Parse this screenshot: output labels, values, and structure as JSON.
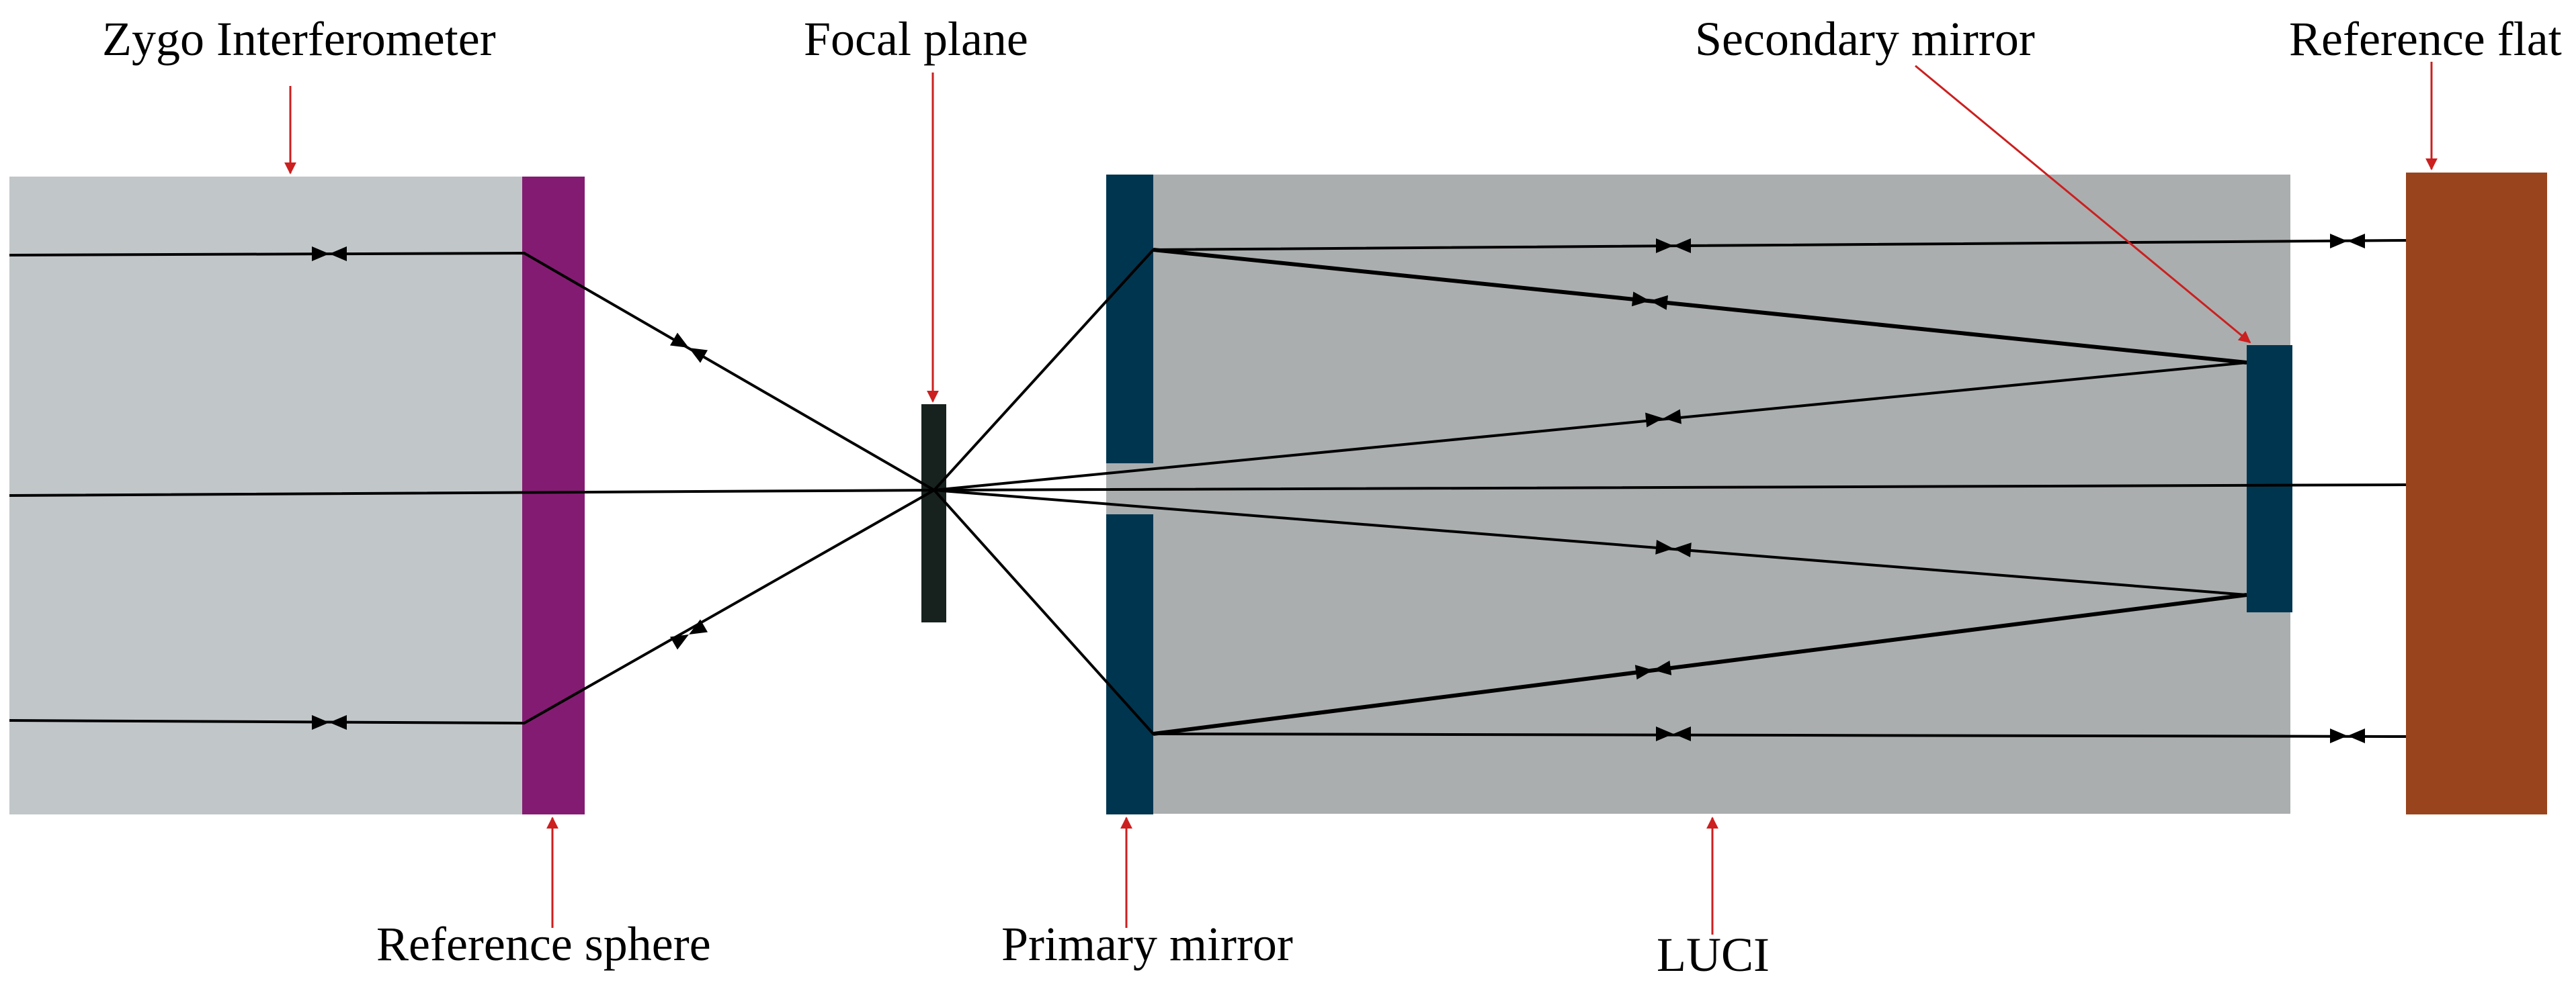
{
  "labels": {
    "zygo": "Zygo Interferometer",
    "focal_plane": "Focal plane",
    "secondary_mirror": "Secondary mirror",
    "reference_flat": "Reference flat",
    "reference_sphere": "Reference sphere",
    "primary_mirror": "Primary mirror",
    "luci": "LUCI"
  },
  "colors": {
    "zygo_body": "#c1c6c9",
    "luci_body": "#aaaeaf",
    "reference_sphere": "#841b72",
    "focal_plane": "#17221e",
    "mirror": "#00354f",
    "reference_flat": "#99441d",
    "pointer": "#cc1f1f",
    "ray": "#000000"
  }
}
